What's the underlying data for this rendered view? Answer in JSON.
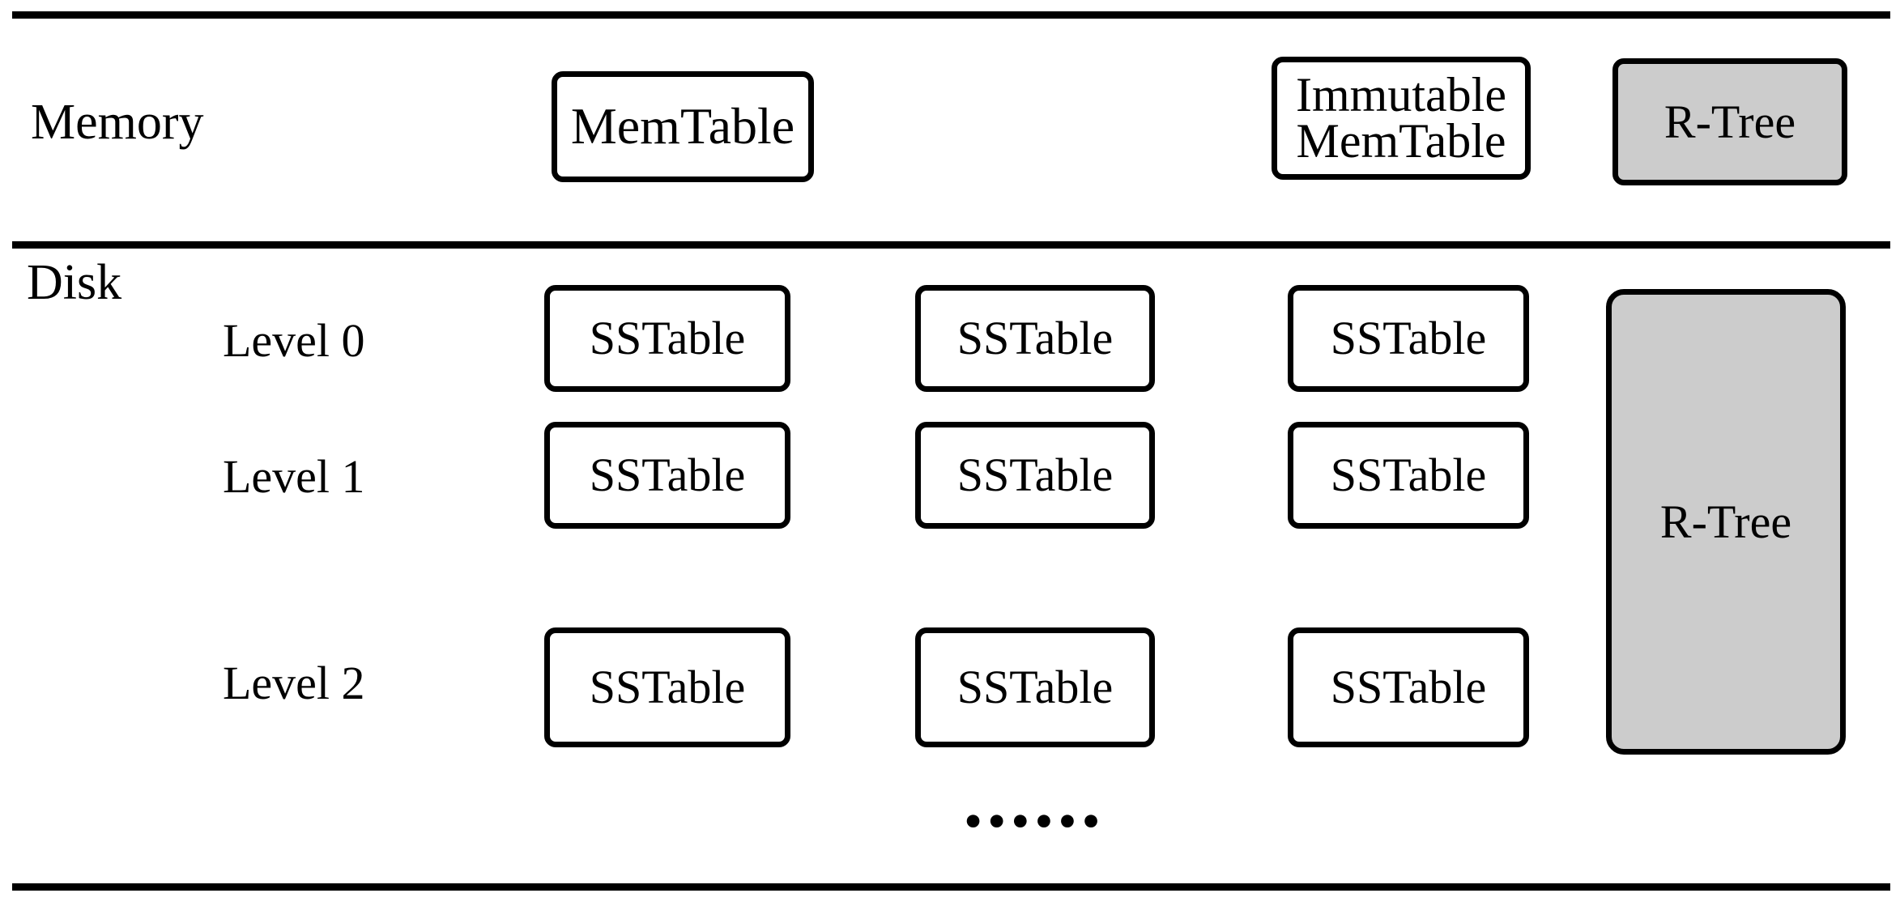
{
  "diagram": {
    "sections": [
      {
        "id": "memory",
        "label": "Memory"
      },
      {
        "id": "disk",
        "label": "Disk"
      }
    ],
    "memory_components": [
      {
        "id": "memtable",
        "label": "MemTable",
        "fill": "#ffffff"
      },
      {
        "id": "immutable-memtable",
        "label": "Immutable\nMemTable",
        "fill": "#ffffff"
      },
      {
        "id": "memory-rtree",
        "label": "R-Tree",
        "fill": "#cccccc"
      }
    ],
    "disk_levels": [
      {
        "id": "level-0",
        "label": "Level 0",
        "tables": [
          {
            "label": "SSTable"
          },
          {
            "label": "SSTable"
          },
          {
            "label": "SSTable"
          }
        ]
      },
      {
        "id": "level-1",
        "label": "Level 1",
        "tables": [
          {
            "label": "SSTable"
          },
          {
            "label": "SSTable"
          },
          {
            "label": "SSTable"
          }
        ]
      },
      {
        "id": "level-2",
        "label": "Level 2",
        "tables": [
          {
            "label": "SSTable"
          },
          {
            "label": "SSTable"
          },
          {
            "label": "SSTable"
          }
        ]
      }
    ],
    "disk_index": {
      "id": "disk-rtree",
      "label": "R-Tree",
      "fill": "#cccccc"
    },
    "continuation": "••••••",
    "colors": {
      "stroke": "#000000",
      "text": "#000000",
      "background": "#ffffff",
      "shaded_fill": "#cccccc"
    }
  }
}
